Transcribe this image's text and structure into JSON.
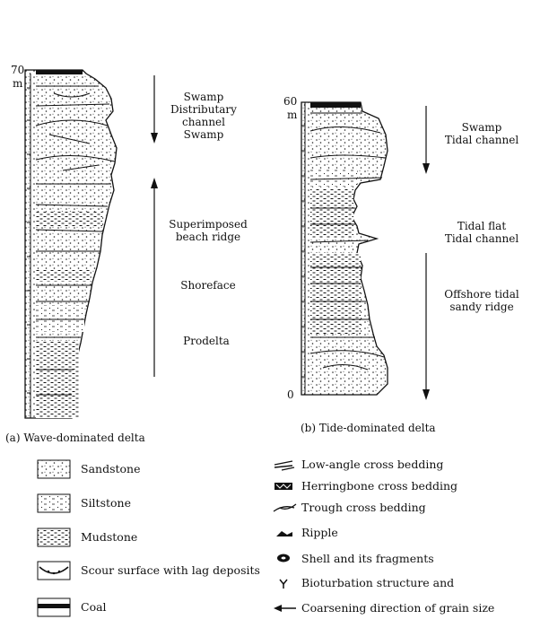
{
  "wave": {
    "top_value": "70",
    "unit": "m",
    "caption": "(a) Wave-dominated delta",
    "labels": [
      "Swamp",
      "Distributary",
      "channel",
      "Swamp",
      "Superimposed",
      "beach ridge",
      "Shoreface",
      "Prodelta"
    ]
  },
  "tide": {
    "top_value": "60",
    "unit": "m",
    "bottom_value": "0",
    "caption": "(b) Tide-dominated delta",
    "labels": [
      "Swamp",
      "Tidal channel",
      "Tidal flat",
      "Tidal channel",
      "Offshore tidal",
      "sandy ridge"
    ]
  },
  "legend_left": [
    {
      "label": "Sandstone",
      "icon": "sandstone-icon"
    },
    {
      "label": "Siltstone",
      "icon": "siltstone-icon"
    },
    {
      "label": "Mudstone",
      "icon": "mudstone-icon"
    },
    {
      "label": "Scour surface with lag deposits",
      "icon": "scour-surface-icon"
    },
    {
      "label": "Coal",
      "icon": "coal-icon"
    }
  ],
  "legend_right": [
    {
      "label": "Low-angle cross bedding",
      "icon": "low-angle-cross-bedding-icon"
    },
    {
      "label": "Herringbone cross bedding",
      "icon": "herringbone-icon"
    },
    {
      "label": "Trough cross bedding",
      "icon": "trough-cross-bedding-icon"
    },
    {
      "label": "Ripple",
      "icon": "ripple-icon"
    },
    {
      "label": "Shell and its fragments",
      "icon": "shell-icon"
    },
    {
      "label": "Bioturbation structure and",
      "icon": "bioturbation-icon"
    },
    {
      "label": "Coarsening direction of grain size",
      "icon": "coarsening-arrow-icon"
    }
  ]
}
